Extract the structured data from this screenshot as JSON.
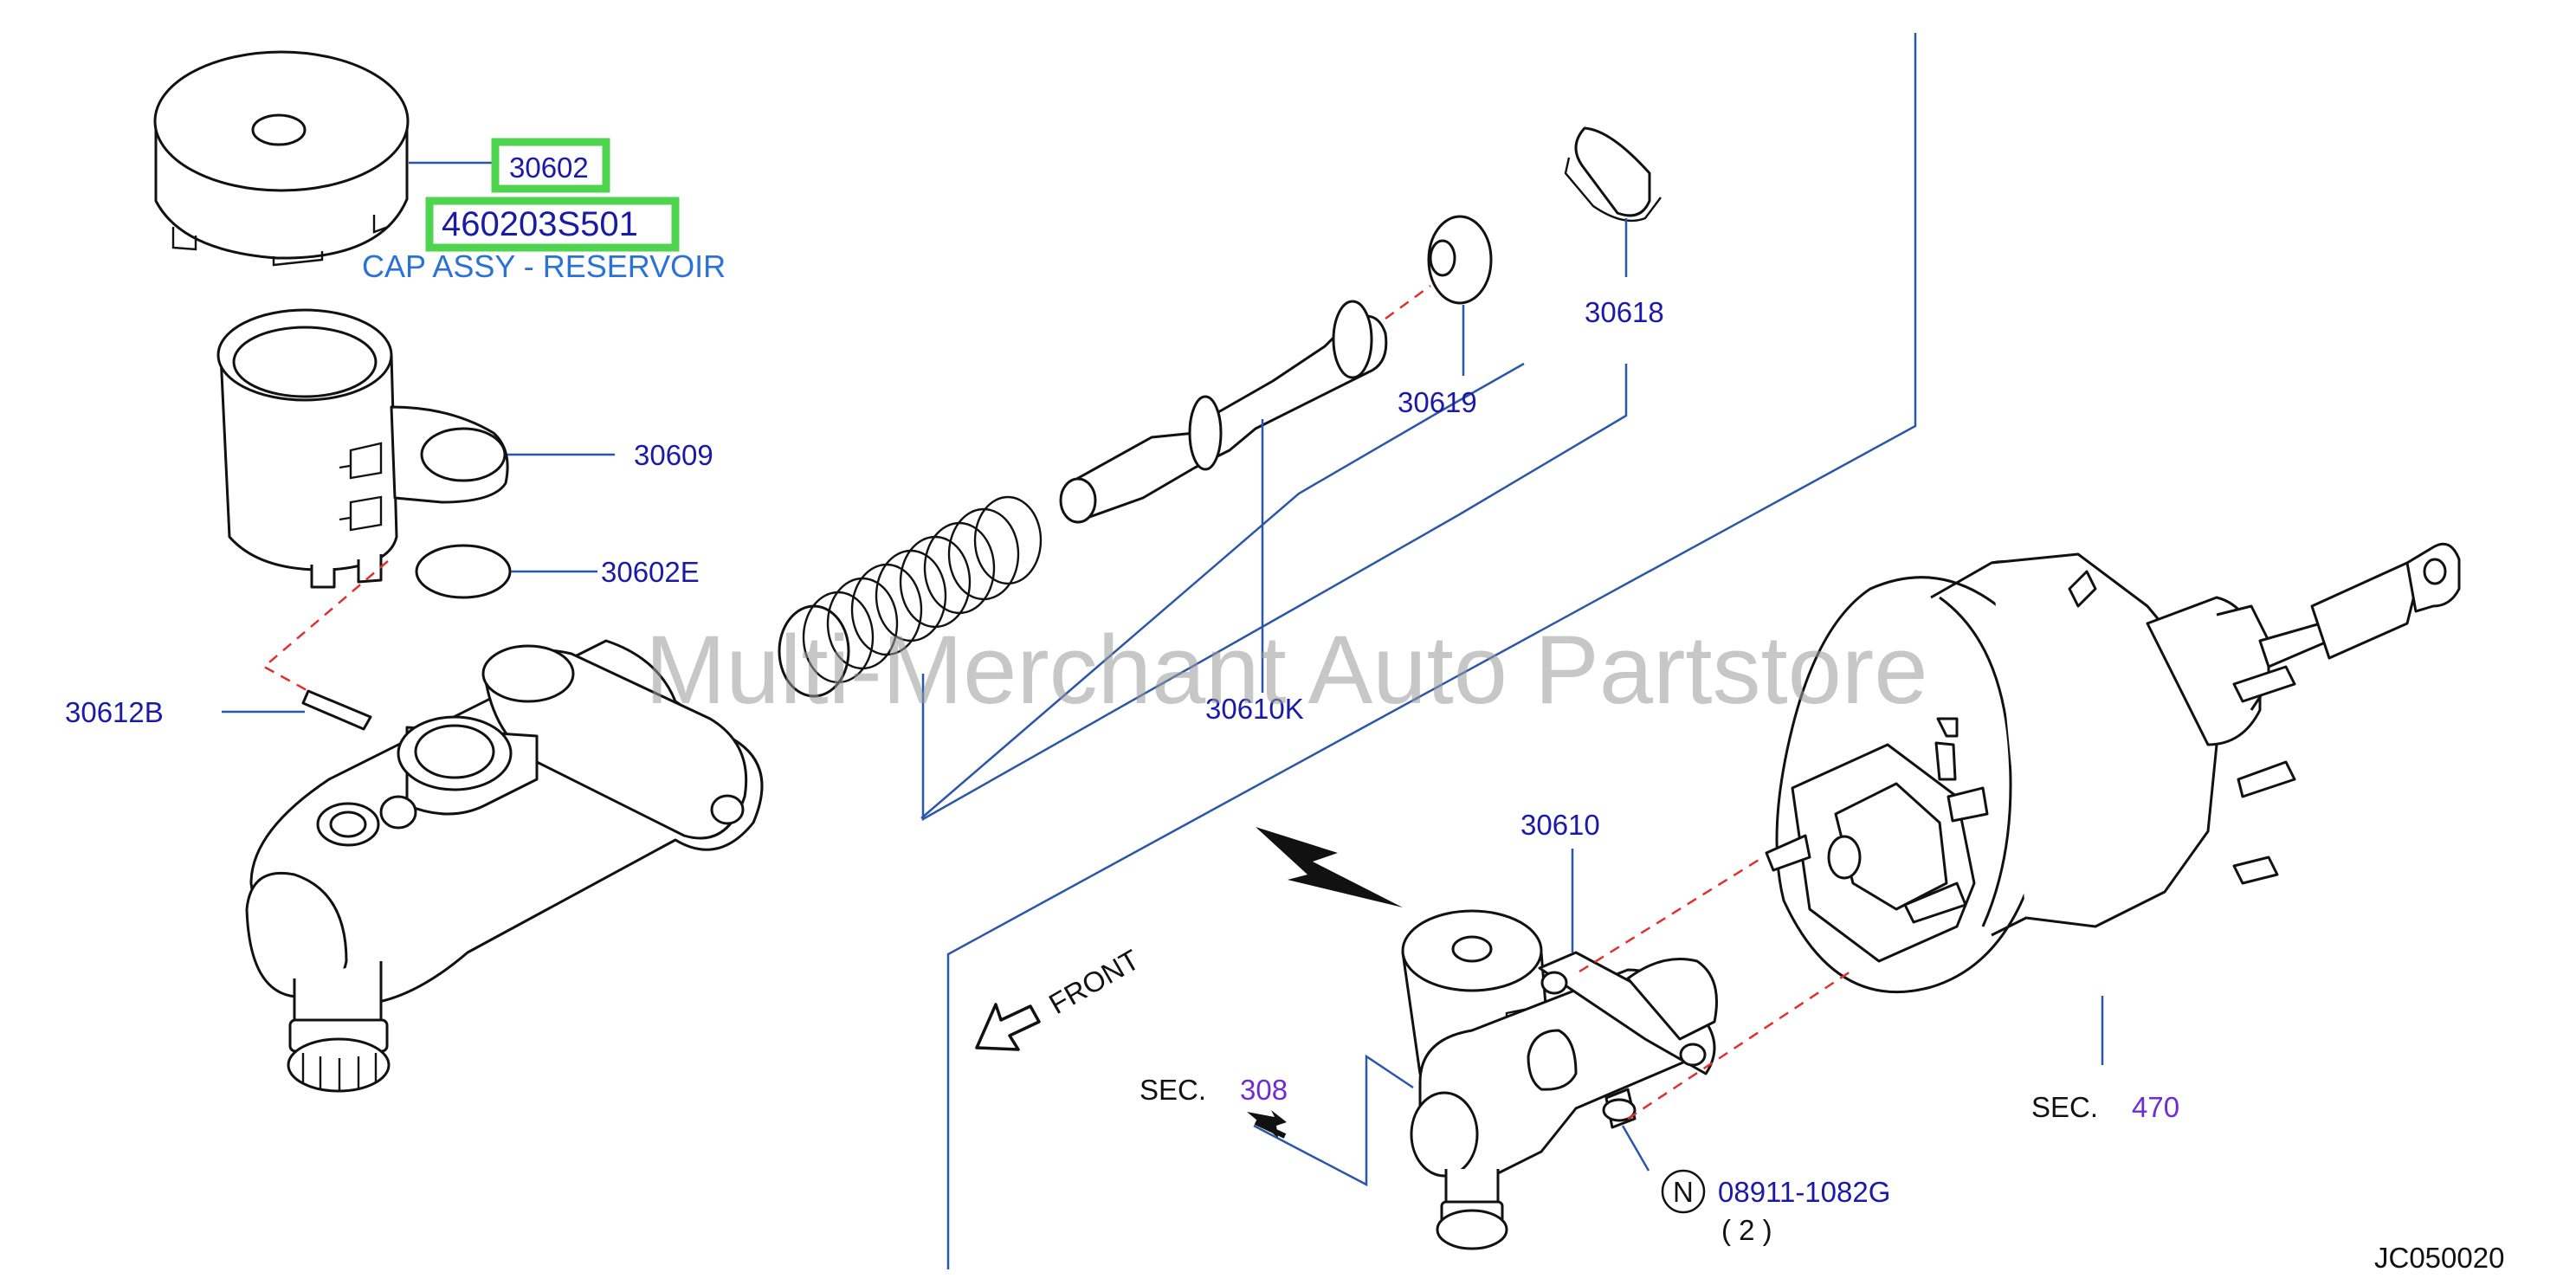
{
  "watermark": "Multi-Merchant Auto Partstore",
  "diagram_code": "JC050020",
  "highlight": {
    "callout_code": "30602",
    "part_number": "460203S501",
    "part_name": "CAP ASSY - RESERVOIR"
  },
  "callouts": {
    "c30609": "30609",
    "c30602E": "30602E",
    "c30612B": "30612B",
    "c30610K": "30610K",
    "c30619": "30619",
    "c30618": "30618",
    "c30610": "30610"
  },
  "sections": {
    "sec_label": "SEC.",
    "sec_308": "308",
    "sec_470": "470"
  },
  "bolt": {
    "symbol": "N",
    "part_number": "08911-1082G",
    "quantity": "( 2 )"
  },
  "direction": {
    "front_label": "FRONT"
  },
  "colors": {
    "callout_text": "#1a1aa8",
    "section_number": "#6e2bd6",
    "highlight_border": "#4fd44f",
    "part_name": "#2a72d8",
    "dashed_line": "#e03030"
  }
}
